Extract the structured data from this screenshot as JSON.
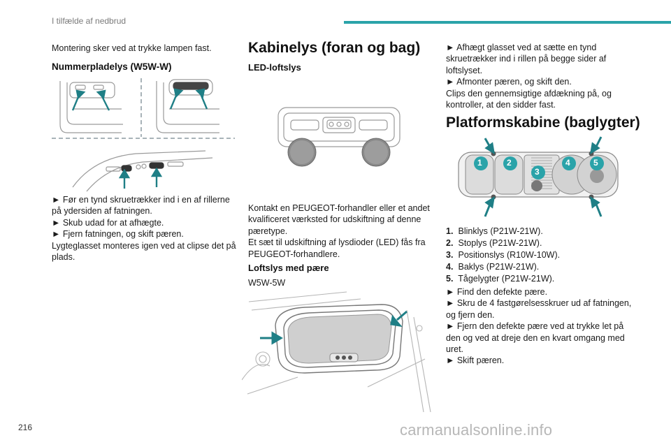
{
  "header": {
    "title": "I tilfælde af nedbrud"
  },
  "col1": {
    "intro": "Montering sker ved at trykke lampen fast.",
    "heading": "Nummerpladelys (W5W-W)",
    "steps": [
      "► Før en tynd skruetrækker ind i en af rillerne",
      "på ydersiden af fatningen.",
      "► Skub udad for at afhægte.",
      "► Fjern fatningen, og skift pæren.",
      "Lygteglasset monteres igen ved at clipse det på",
      "plads."
    ]
  },
  "col2": {
    "heading": "Kabinelys (foran og bag)",
    "subheading": "LED-loftslys",
    "led_text": [
      "Kontakt en PEUGEOT-forhandler eller et andet",
      "kvalificeret værksted for udskiftning af denne",
      "pæretype.",
      "Et sæt til udskiftning af lysdioder (LED) fås fra",
      "PEUGEOT-forhandlere."
    ],
    "subheading2": "Loftslys med pære",
    "bulb_type": "W5W-5W"
  },
  "col3": {
    "steps_top": [
      "► Afhægt glasset ved at sætte en tynd",
      "skruetrækker ind i rillen på begge sider af",
      "loftslyset.",
      "► Afmonter pæren, og skift den.",
      "Clips den gennemsigtige afdækning på, og",
      "kontroller, at den sidder fast."
    ],
    "heading": "Platformskabine (baglygter)",
    "diagram_numbers": [
      "1",
      "2",
      "3",
      "4",
      "5"
    ],
    "parts": [
      {
        "num": "1.",
        "label": "Blinklys (P21W-21W)."
      },
      {
        "num": "2.",
        "label": "Stoplys (P21W-21W)."
      },
      {
        "num": "3.",
        "label": "Positionslys (R10W-10W)."
      },
      {
        "num": "4.",
        "label": "Baklys (P21W-21W)."
      },
      {
        "num": "5.",
        "label": "Tågelygter (P21W-21W)."
      }
    ],
    "steps_bottom": [
      "► Find den defekte pære.",
      "► Skru de 4 fastgørelsesskruer ud af fatningen,",
      "og fjern den.",
      "► Fjern den defekte pære ved at trykke let på",
      "den og ved at dreje den en kvart omgang med",
      "uret.",
      "► Skift pæren."
    ]
  },
  "footer": {
    "page_number": "216",
    "watermark": "carmanualsonline.info"
  },
  "colors": {
    "accent": "#2aa3a9",
    "arrow": "#1f7f86"
  }
}
